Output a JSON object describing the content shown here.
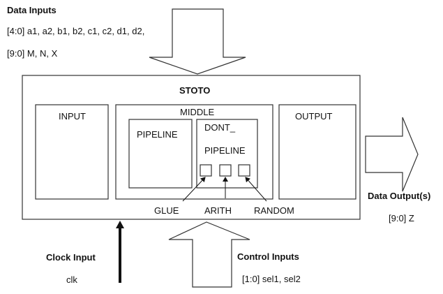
{
  "data_inputs": {
    "title": "Data Inputs",
    "line1": "[4:0] a1, a2, b1, b2, c1, c2, d1, d2,",
    "line2": "[9:0] M, N, X"
  },
  "stoto": {
    "title": "STOTO",
    "input_label": "INPUT",
    "middle_label": "MIDDLE",
    "pipeline_label": "PIPELINE",
    "dont_pipeline_line1": "DONT_",
    "dont_pipeline_line2": "PIPELINE",
    "output_label": "OUTPUT"
  },
  "submodules": {
    "glue": "GLUE",
    "arith": "ARITH",
    "random": "RANDOM"
  },
  "data_output": {
    "title": "Data Output(s)",
    "signals": "[9:0] Z"
  },
  "clock": {
    "title": "Clock Input",
    "signal": "clk"
  },
  "control": {
    "title": "Control Inputs",
    "signals": "[1:0] sel1, sel2"
  }
}
